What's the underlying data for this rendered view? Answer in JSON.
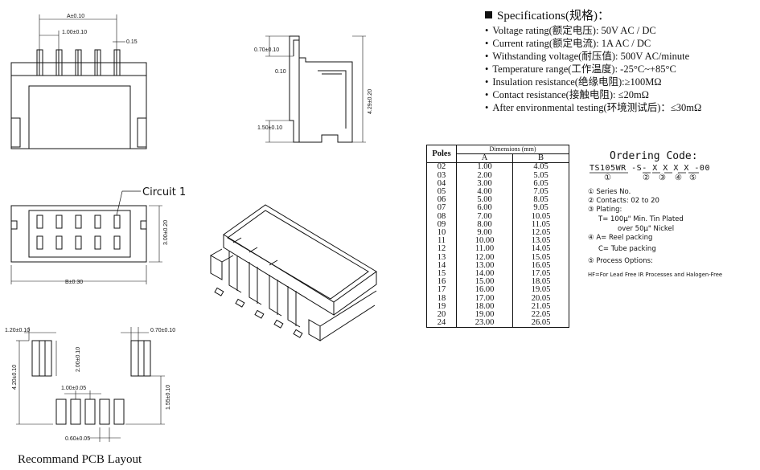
{
  "drawings": {
    "top_view": {
      "dim_a": "A±0.10",
      "pitch": "1.00±0.10",
      "pin_width": "0.15"
    },
    "side_view": {
      "top_thickness": "0.70±0.10",
      "offset": "0.10",
      "height": "4.29±0.20",
      "base_height": "1.50±0.10"
    },
    "front_view": {
      "circuit_label": "Circuit 1",
      "depth": "3.00±0.20",
      "dim_b": "B±0.30"
    },
    "pcb_layout": {
      "pad_left_width": "1.20±0.10",
      "pad_right_width": "0.70±0.10",
      "pad_height": "2.00±0.10",
      "total_height": "4.20±0.10",
      "pitch": "1.00±0.05",
      "offset": "1.55±0.10",
      "pad_width": "0.60±0.05",
      "caption": "Recommand PCB Layout"
    }
  },
  "specifications": {
    "title": "Specifications(规格)：",
    "items": [
      "Voltage rating(额定电压): 50V AC / DC",
      "Current rating(额定电流): 1A  AC / DC",
      "Withstanding voltage(耐压值): 500V AC/minute",
      "Temperature range(工作温度): -25°C~+85°C",
      "Insulation resistance(绝缘电阻):≥100MΩ",
      "Contact resistance(接触电阻): ≤20mΩ",
      "After environmental testing(环境测试后)：≤30mΩ"
    ]
  },
  "dimension_table": {
    "poles_header": "Poles",
    "dims_header": "Dimensions (mm)",
    "col_a": "A",
    "col_b": "B",
    "rows": [
      [
        "02",
        "1.00",
        "4.05"
      ],
      [
        "03",
        "2.00",
        "5.05"
      ],
      [
        "04",
        "3.00",
        "6.05"
      ],
      [
        "05",
        "4.00",
        "7.05"
      ],
      [
        "06",
        "5.00",
        "8.05"
      ],
      [
        "07",
        "6.00",
        "9.05"
      ],
      [
        "08",
        "7.00",
        "10.05"
      ],
      [
        "09",
        "8.00",
        "11.05"
      ],
      [
        "10",
        "9.00",
        "12.05"
      ],
      [
        "11",
        "10.00",
        "13.05"
      ],
      [
        "12",
        "11.00",
        "14.05"
      ],
      [
        "13",
        "12.00",
        "15.05"
      ],
      [
        "14",
        "13.00",
        "16.05"
      ],
      [
        "15",
        "14.00",
        "17.05"
      ],
      [
        "16",
        "15.00",
        "18.05"
      ],
      [
        "17",
        "16.00",
        "19.05"
      ],
      [
        "18",
        "17.00",
        "20.05"
      ],
      [
        "19",
        "18.00",
        "21.05"
      ],
      [
        "20",
        "19.00",
        "22.05"
      ],
      [
        "24",
        "23.00",
        "26.05"
      ]
    ]
  },
  "ordering_code": {
    "title": "Ordering Code:",
    "code": "TS105WR -S- X X  X  X -00",
    "markers": [
      "①",
      "②",
      "③",
      "④",
      "⑤"
    ],
    "options": [
      "① Series No.",
      "② Contacts: 02 to 20",
      "③ Plating:",
      "T= 100μ\" Min. Tin Plated",
      "over 50μ\" Nickel",
      "④ A= Reel packing",
      "C= Tube packing",
      "⑤ Process Options:",
      "HF=For Lead Free IR Processes and Halogen-Free"
    ]
  }
}
